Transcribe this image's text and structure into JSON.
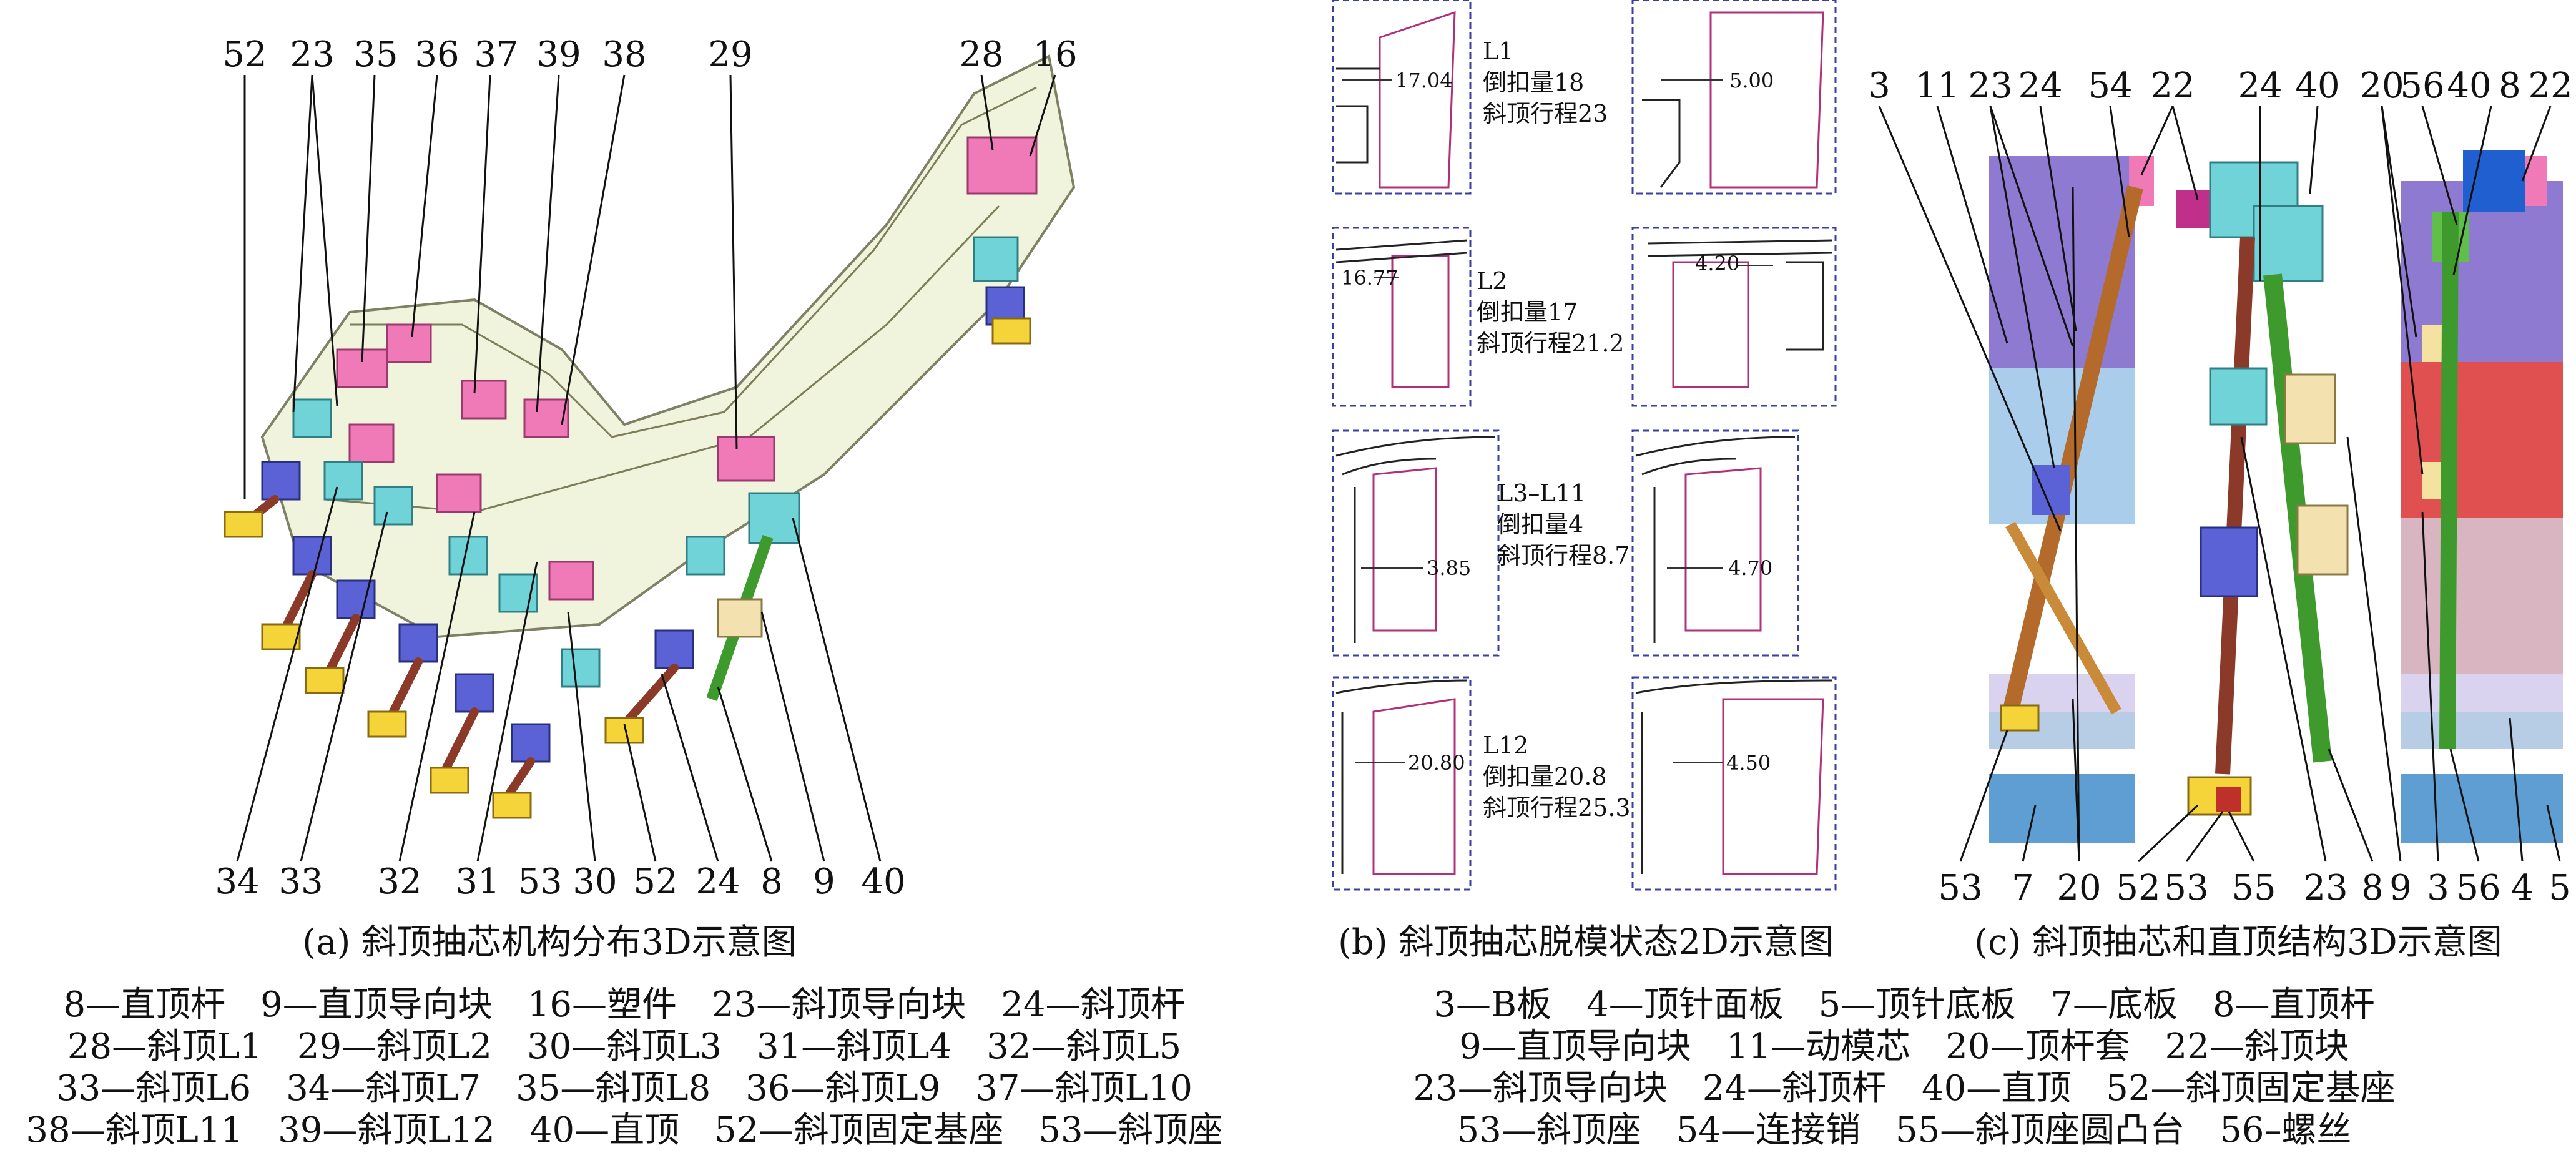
{
  "panel_a": {
    "caption": "(a) 斜顶抽芯机构分布3D示意图",
    "top_labels": [
      "52",
      "23",
      "35",
      "36",
      "37",
      "39",
      "38",
      "29",
      "28",
      "16"
    ],
    "bottom_labels": [
      "34",
      "33",
      "32",
      "31",
      "53",
      "30",
      "52",
      "24",
      "8",
      "9",
      "40"
    ]
  },
  "panel_b": {
    "caption": "(b) 斜顶抽芯脱模状态2D示意图",
    "rows": [
      {
        "left_dim": "17.04",
        "right_dim": "5.00",
        "name": "L1",
        "undercut": "倒扣量18",
        "stroke": "斜顶行程23"
      },
      {
        "left_dim": "16.77",
        "right_dim": "4.20",
        "name": "L2",
        "undercut": "倒扣量17",
        "stroke": "斜顶行程21.2"
      },
      {
        "left_dim": "3.85",
        "right_dim": "4.70",
        "name": "L3–L11",
        "undercut": "倒扣量4",
        "stroke": "斜顶行程8.7"
      },
      {
        "left_dim": "20.80",
        "right_dim": "4.50",
        "name": "L12",
        "undercut": "倒扣量20.8",
        "stroke": "斜顶行程25.3"
      }
    ]
  },
  "panel_c": {
    "caption": "(c) 斜顶抽芯和直顶结构3D示意图",
    "top_labels": [
      "3",
      "11",
      "23",
      "24",
      "54",
      "22",
      "24",
      "40",
      "20",
      "56",
      "40",
      "8",
      "22"
    ],
    "bottom_labels": [
      "53",
      "7",
      "20",
      "52",
      "53",
      "55",
      "23",
      "8",
      "9",
      "3",
      "56",
      "4",
      "5"
    ]
  },
  "legend_left": [
    "8—直顶杆　9—直顶导向块　16—塑件　23—斜顶导向块　24—斜顶杆",
    "28—斜顶L1　29—斜顶L2　30—斜顶L3　31—斜顶L4　32—斜顶L5",
    "33—斜顶L6　34—斜顶L7　35—斜顶L8　36—斜顶L9　37—斜顶L10",
    "38—斜顶L11　39—斜顶L12　40—直顶　52—斜顶固定基座　53—斜顶座"
  ],
  "legend_right": [
    "3—B板　4—顶针面板　5—顶针底板　7—底板　8—直顶杆",
    "9—直顶导向块　11—动模芯　20—顶杆套　22—斜顶块",
    "23—斜顶导向块　24—斜顶杆　40—直顶　52—斜顶固定基座",
    "53—斜顶座　54—连接销　55—斜顶座圆凸台　56–螺丝"
  ],
  "colors": {
    "pink": "#f07ab8",
    "cyan": "#6fd3d8",
    "blue": "#5b62d6",
    "brown": "#8b3a2a",
    "yellow": "#f5d43a",
    "green": "#3f9a2e",
    "lightblue": "#a9cdeb",
    "purple": "#8e7ad0",
    "magenta": "#c0308a",
    "red": "#e05050"
  }
}
